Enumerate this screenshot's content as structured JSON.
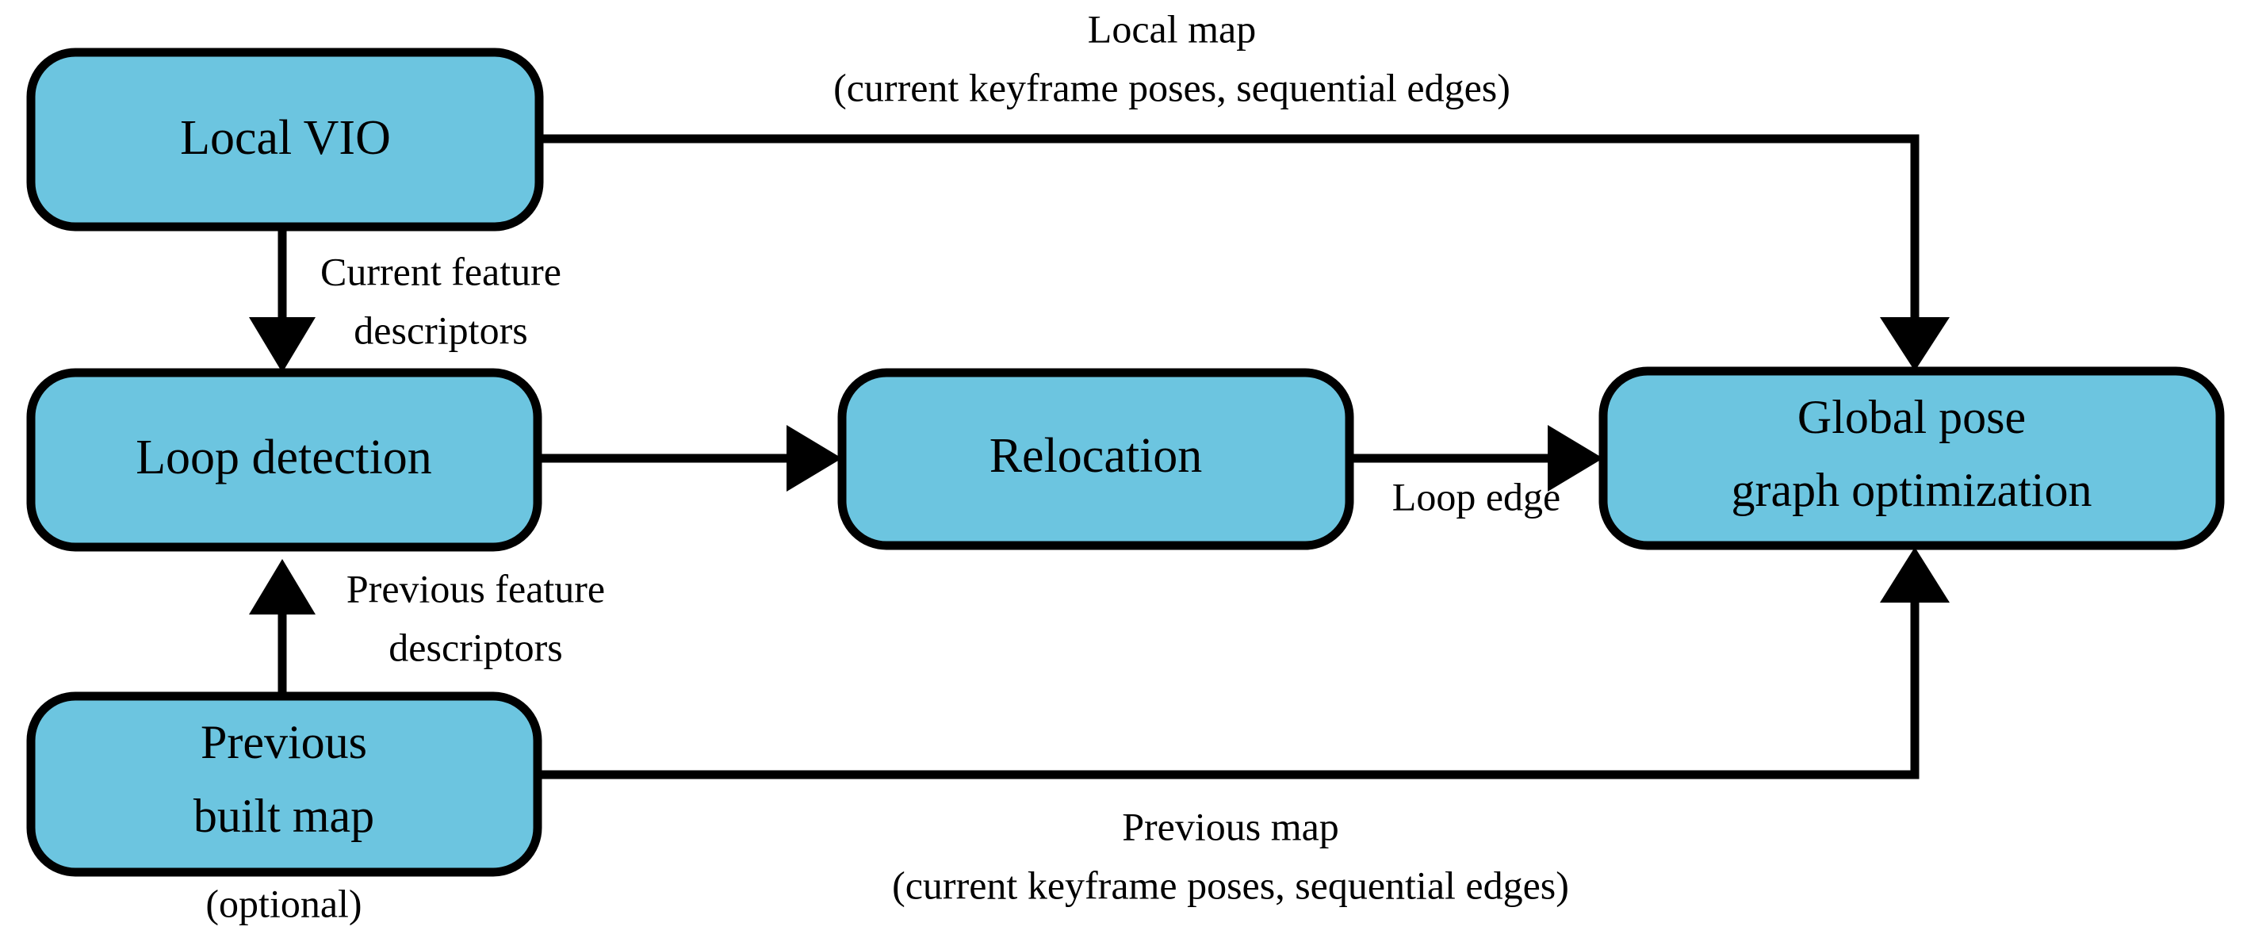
{
  "diagram": {
    "title": "Local VIO loop closure and global pose graph optimization pipeline",
    "background_color": "#ffffff",
    "node_fill_color": "#6cc5e0",
    "node_stroke_color": "#000000",
    "text_color": "#000000",
    "nodes": [
      {
        "id": "local_vio",
        "label": "Local VIO"
      },
      {
        "id": "loop_detect",
        "label": "Loop detection"
      },
      {
        "id": "prev_map",
        "label_line1": "Previous",
        "label_line2": "built map"
      },
      {
        "id": "relocation",
        "label": "Relocation"
      },
      {
        "id": "global_pgo",
        "label_line1": "Global pose",
        "label_line2": "graph optimization"
      }
    ],
    "annotations": [
      {
        "id": "prev_map_optional",
        "text": "(optional)"
      }
    ],
    "edges": [
      {
        "id": "vio_to_global",
        "from": "local_vio",
        "to": "global_pgo",
        "label_line1": "Local map",
        "label_line2": "(current keyframe poses, sequential edges)"
      },
      {
        "id": "vio_to_loop",
        "from": "local_vio",
        "to": "loop_detect",
        "label_line1": "Current feature",
        "label_line2": "descriptors"
      },
      {
        "id": "prevmap_to_loop",
        "from": "prev_map",
        "to": "loop_detect",
        "label_line1": "Previous feature",
        "label_line2": "descriptors"
      },
      {
        "id": "loop_to_reloc",
        "from": "loop_detect",
        "to": "relocation",
        "label_line1": "",
        "label_line2": ""
      },
      {
        "id": "reloc_to_global",
        "from": "relocation",
        "to": "global_pgo",
        "label_line1": "Loop edge",
        "label_line2": ""
      },
      {
        "id": "prevmap_to_global",
        "from": "prev_map",
        "to": "global_pgo",
        "label_line1": "Previous map",
        "label_line2": "(current keyframe poses, sequential edges)"
      }
    ]
  }
}
